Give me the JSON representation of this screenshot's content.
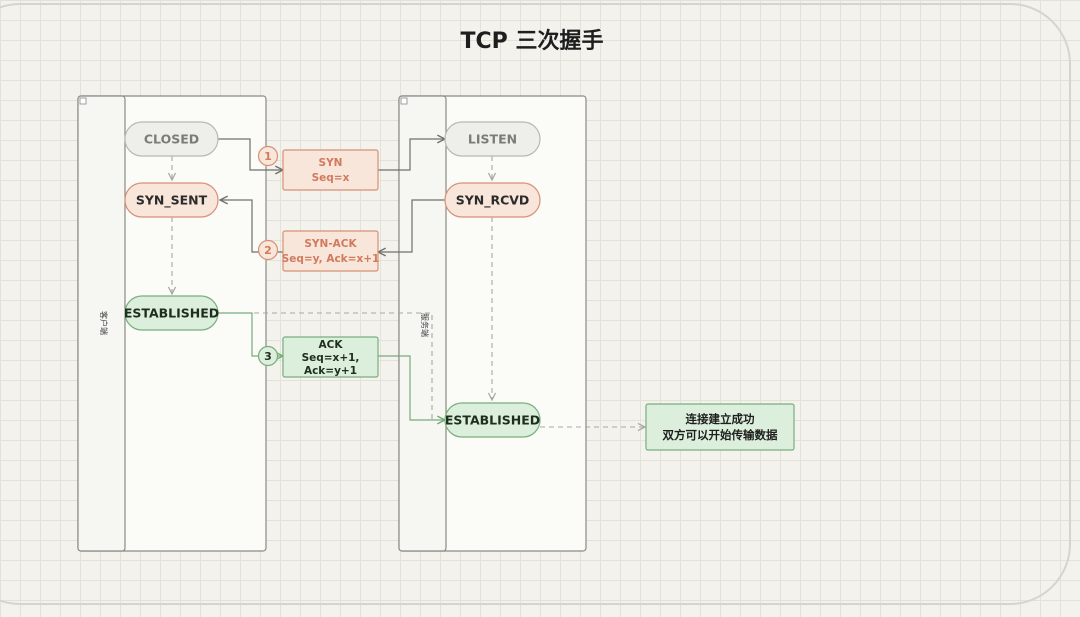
{
  "title": "TCP 三次握手",
  "lanes": {
    "client": "客户端",
    "server": "服务端"
  },
  "states": {
    "closed": "CLOSED",
    "listen": "LISTEN",
    "syn_sent": "SYN_SENT",
    "syn_rcvd": "SYN_RCVD",
    "client_established": "ESTABLISHED",
    "server_established": "ESTABLISHED"
  },
  "messages": [
    {
      "step": "1",
      "lines": [
        "SYN",
        "Seq=x"
      ]
    },
    {
      "step": "2",
      "lines": [
        "SYN-ACK",
        "Seq=y, Ack=x+1"
      ]
    },
    {
      "step": "3",
      "lines": [
        "ACK",
        "Seq=x+1,",
        "Ack=y+1"
      ]
    }
  ],
  "note": {
    "lines": [
      "连接建立成功",
      "双方可以开始传输数据"
    ]
  },
  "colors": {
    "neutral_fill": "#eeeeea",
    "neutral_stroke": "#b8b8b3",
    "neutral_text": "#7b7b77",
    "peach_fill": "#f9e6da",
    "peach_stroke": "#d69174",
    "peach_text": "#d07a5e",
    "state_dark_text": "#2b2b2b",
    "green_fill": "#dcefdc",
    "green_stroke": "#78ae7c",
    "green_text": "#1e2e1e",
    "arrow_neutral": "#6f6f6b",
    "arrow_peach": "#c98066",
    "arrow_green": "#76ac7a"
  }
}
